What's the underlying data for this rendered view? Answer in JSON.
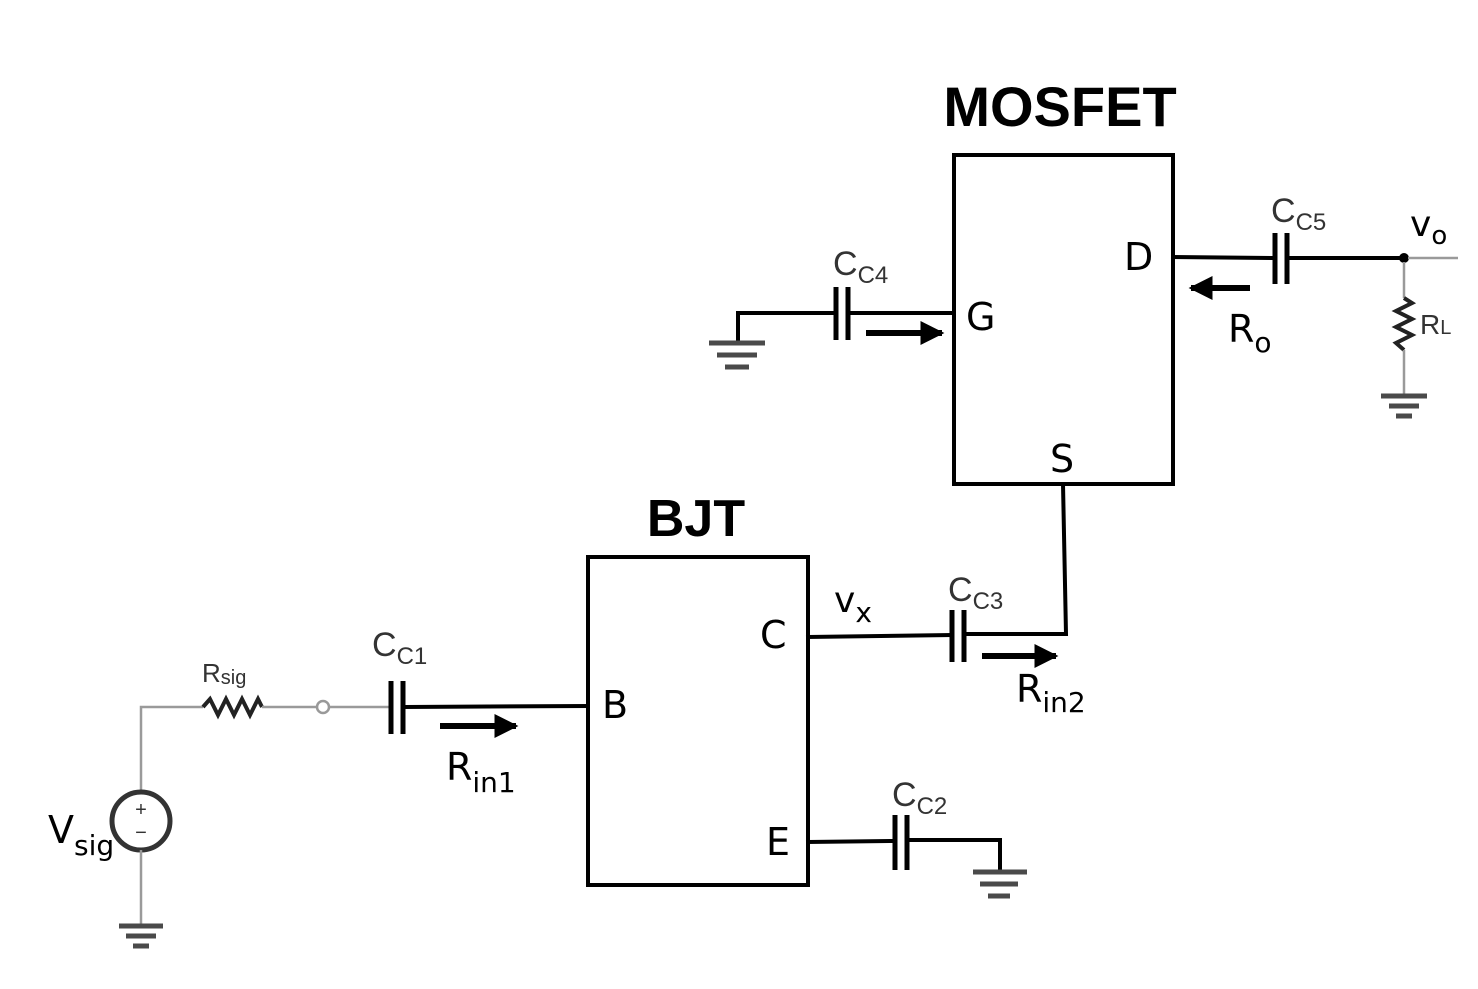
{
  "blocks": {
    "bjt": {
      "title": "BJT",
      "terminals": {
        "base": "B",
        "collector": "C",
        "emitter": "E"
      }
    },
    "mosfet": {
      "title": "MOSFET",
      "terminals": {
        "gate": "G",
        "drain": "D",
        "source": "S"
      }
    }
  },
  "components": {
    "source": {
      "symbol": "V",
      "sub": "sig",
      "plus": "+",
      "minus": "−"
    },
    "rsig": {
      "symbol": "R",
      "sub": "sig"
    },
    "cc1": {
      "symbol": "C",
      "sub": "C1"
    },
    "cc2": {
      "symbol": "C",
      "sub": "C2"
    },
    "cc3": {
      "symbol": "C",
      "sub": "C3"
    },
    "cc4": {
      "symbol": "C",
      "sub": "C4"
    },
    "cc5": {
      "symbol": "C",
      "sub": "C5"
    },
    "rl": {
      "symbol": "R",
      "sub": "L"
    }
  },
  "nodes": {
    "vx": {
      "symbol": "v",
      "sub": "x"
    },
    "vo": {
      "symbol": "v",
      "sub": "o"
    }
  },
  "resistance_labels": {
    "rin1": {
      "symbol": "R",
      "sub": "in1",
      "arrow": "right"
    },
    "rin2": {
      "symbol": "R",
      "sub": "in2",
      "arrow": "right"
    },
    "ro": {
      "symbol": "R",
      "sub": "o",
      "arrow": "left"
    }
  }
}
